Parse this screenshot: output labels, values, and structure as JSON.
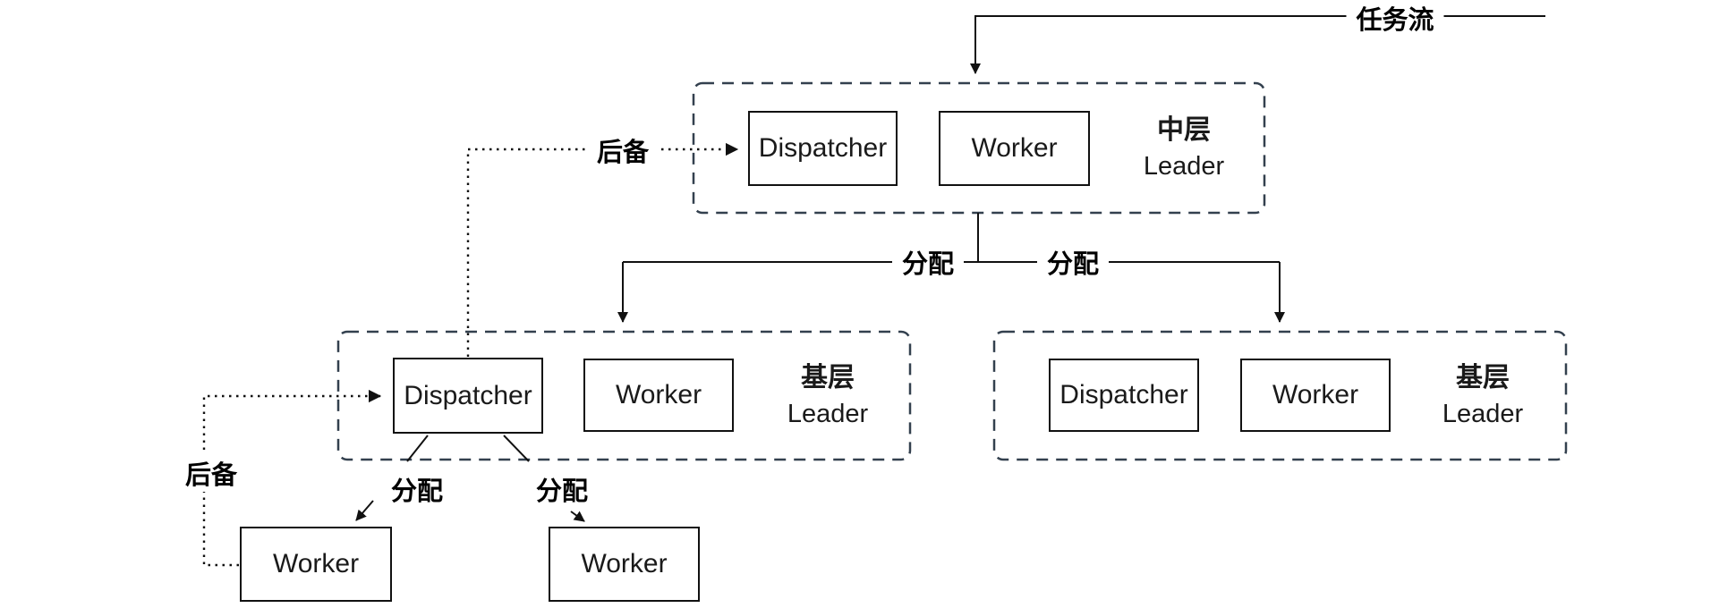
{
  "labels": {
    "task_flow": "任务流",
    "backup_top": "后备",
    "backup_bottom": "后备",
    "distribute_top_left": "分配",
    "distribute_top_right": "分配",
    "distribute_bottom_left": "分配",
    "distribute_bottom_right": "分配"
  },
  "groups": [
    {
      "id": "mid-leader",
      "cn": "中层",
      "en": "Leader",
      "boxes": [
        "Dispatcher",
        "Worker"
      ]
    },
    {
      "id": "base-leader-left",
      "cn": "基层",
      "en": "Leader",
      "boxes": [
        "Dispatcher",
        "Worker"
      ]
    },
    {
      "id": "base-leader-right",
      "cn": "基层",
      "en": "Leader",
      "boxes": [
        "Dispatcher",
        "Worker"
      ]
    }
  ],
  "standalone_workers": [
    {
      "label": "Worker"
    },
    {
      "label": "Worker"
    }
  ],
  "colors": {
    "background": "#ffffff",
    "line": "#111111",
    "dashed_border": "#33404e",
    "text": "#1a1a1a",
    "label_text": "#000000"
  }
}
